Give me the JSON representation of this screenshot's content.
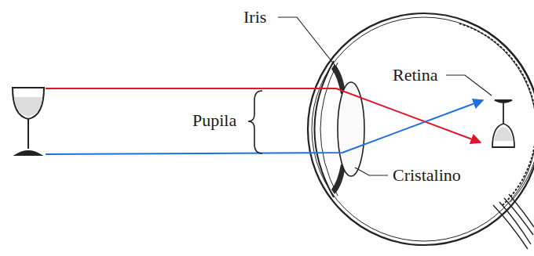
{
  "diagram": {
    "labels": [
      "Iris",
      "Retina",
      "Pupila",
      "Cristalino"
    ]
  }
}
